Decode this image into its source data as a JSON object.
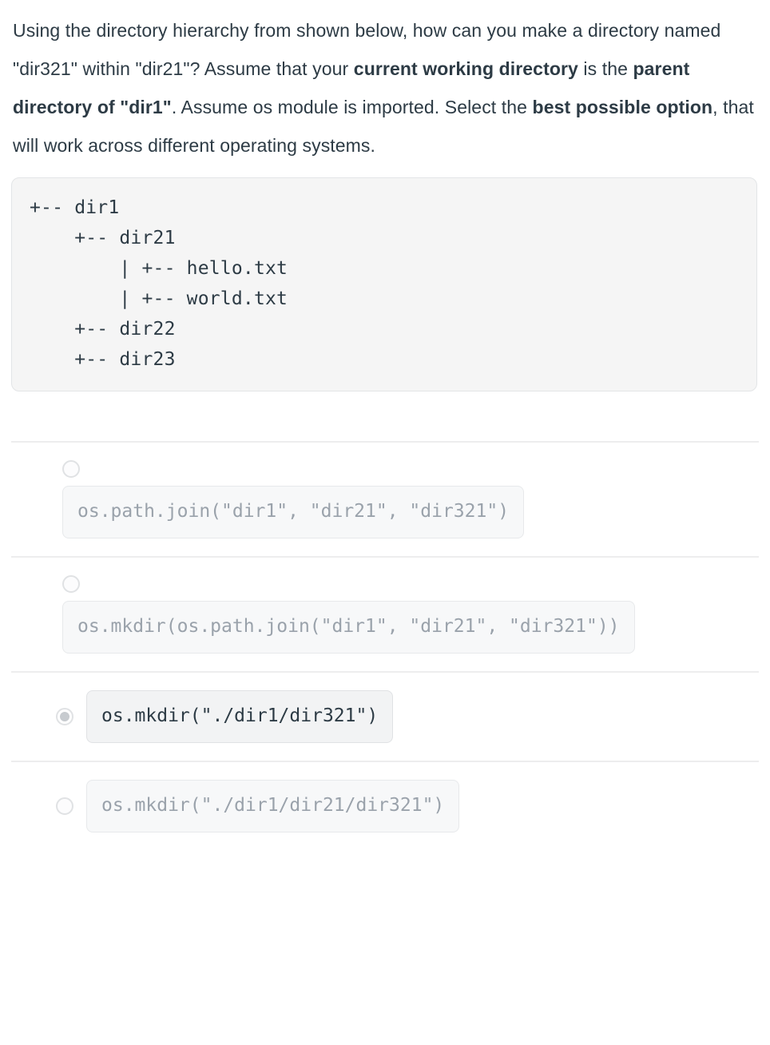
{
  "question": {
    "segments": [
      {
        "text": "Using the directory hierarchy from shown below, how can you make a directory named \"dir321\" within \"dir21\"? Assume that your ",
        "bold": false
      },
      {
        "text": "current working directory",
        "bold": true
      },
      {
        "text": " is the ",
        "bold": false
      },
      {
        "text": "parent directory of \"dir1\"",
        "bold": true
      },
      {
        "text": ". Assume os module is imported. Select the ",
        "bold": false
      },
      {
        "text": "best possible option",
        "bold": true
      },
      {
        "text": ", that will work across different operating systems.",
        "bold": false
      }
    ],
    "plain": "Using the directory hierarchy from shown below, how can you make a directory named \"dir321\" within \"dir21\"? Assume that your current working directory is the parent directory of \"dir1\". Assume os module is imported. Select the best possible option, that will work across different operating systems."
  },
  "directory_tree": {
    "lines": [
      "+-- dir1",
      "    +-- dir21",
      "        | +-- hello.txt",
      "        | +-- world.txt",
      "    +-- dir22",
      "    +-- dir23"
    ],
    "text": "+-- dir1\n    +-- dir21\n        | +-- hello.txt\n        | +-- world.txt\n    +-- dir22\n    +-- dir23"
  },
  "options": [
    {
      "id": "option-1",
      "code": "os.path.join(\"dir1\", \"dir21\", \"dir321\")",
      "selected": false,
      "layout": "stacked"
    },
    {
      "id": "option-2",
      "code": "os.mkdir(os.path.join(\"dir1\", \"dir21\", \"dir321\"))",
      "selected": false,
      "layout": "stacked"
    },
    {
      "id": "option-3",
      "code": "os.mkdir(\"./dir1/dir321\")",
      "selected": true,
      "layout": "inline"
    },
    {
      "id": "option-4",
      "code": "os.mkdir(\"./dir1/dir21/dir321\")",
      "selected": false,
      "layout": "inline"
    }
  ],
  "colors": {
    "text": "#2d3b45",
    "muted_text": "#9aa2ab",
    "code_background": "#f5f5f5",
    "option_background": "#f7f8f9",
    "divider": "#ededee",
    "radio_border": "#e0e2e4",
    "radio_dot": "#c7cbcf"
  }
}
